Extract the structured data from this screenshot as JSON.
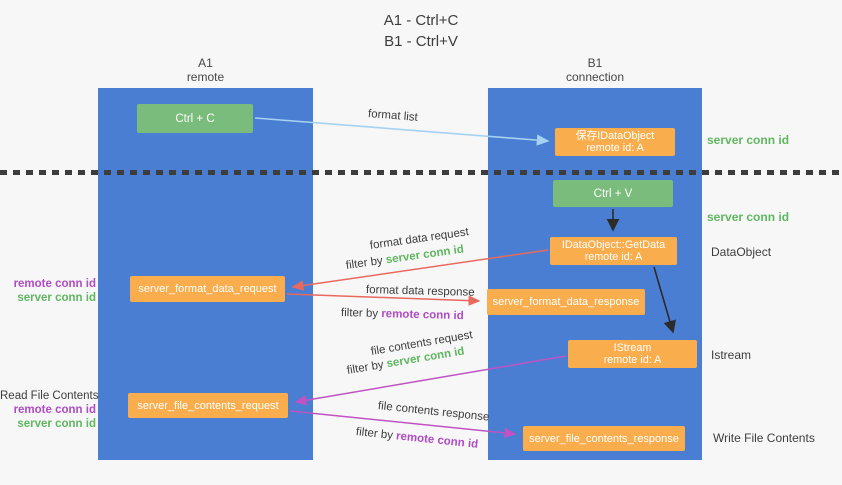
{
  "title": {
    "line1": "A1 - Ctrl+C",
    "line2": "B1 - Ctrl+V"
  },
  "lanes": {
    "left": {
      "name": "A1",
      "role": "remote"
    },
    "right": {
      "name": "B1",
      "role": "connection"
    }
  },
  "nodes": {
    "ctrl_c": "Ctrl + C",
    "ctrl_v": "Ctrl + V",
    "save_idataobject": {
      "line1": "保存IDataObject",
      "line2": "remote id: A"
    },
    "getdata": {
      "line1": "IDataObject::GetData",
      "line2": "remote id: A"
    },
    "istream": {
      "line1": "IStream",
      "line2": "remote id: A"
    },
    "format_request": "server_format_data_request",
    "format_response": "server_format_data_response",
    "file_request": "server_file_contents_request",
    "file_response": "server_file_contents_response"
  },
  "arrow_labels": {
    "format_list": "format list",
    "format_data_request": "format data request",
    "format_data_response": "format data response",
    "file_contents_request": "file contents request",
    "file_contents_response": "file contents response",
    "filter_by": "filter by",
    "server_conn_id": "server conn id",
    "remote_conn_id": "remote conn id"
  },
  "side_labels": {
    "server_conn_id_top": "server conn id",
    "server_conn_id_mid": "server conn id",
    "dataobject": "DataObject",
    "istream": "Istream",
    "write_file_contents": "Write File Contents",
    "read_file_contents": "Read File Contents",
    "remote_conn_id": "remote conn id",
    "server_conn_id": "server conn id"
  },
  "colors": {
    "bg": "#f7f7f8",
    "lane_blue": "#4a7ed2",
    "node_green": "#79bc7b",
    "node_orange": "#f9ad4c",
    "text_dark": "#3d3d3d",
    "green_label": "#5fb75f",
    "purple_label": "#b04cc3",
    "arrow_blue": "#a5d2f0",
    "arrow_red": "#e8695e",
    "arrow_magenta": "#bf53c3",
    "arrow_black": "#2b2b2b",
    "dash": "#3d3d3d",
    "box_text": "#ffffff"
  }
}
